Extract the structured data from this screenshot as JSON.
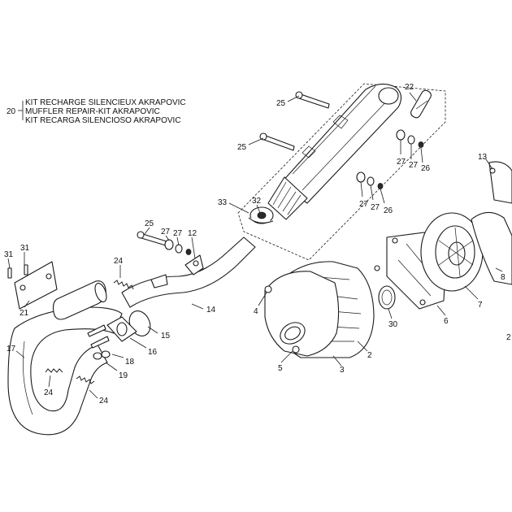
{
  "kit": {
    "number": "20",
    "lines": [
      "KIT RECHARGE SILENCIEUX AKRAPOVIC",
      "MUFFLER REPAIR-KIT AKRAPOVIC",
      "KIT RECARGA SILENCIOSO AKRAPOVIC"
    ]
  },
  "callouts": [
    "25",
    "22",
    "25",
    "27",
    "27",
    "26",
    "27",
    "27",
    "26",
    "33",
    "32",
    "13",
    "25",
    "27",
    "27",
    "12",
    "31",
    "24",
    "31",
    "21",
    "14",
    "4",
    "30",
    "6",
    "7",
    "8",
    "15",
    "16",
    "18",
    "17",
    "19",
    "24",
    "24",
    "5",
    "3",
    "2",
    "2"
  ]
}
